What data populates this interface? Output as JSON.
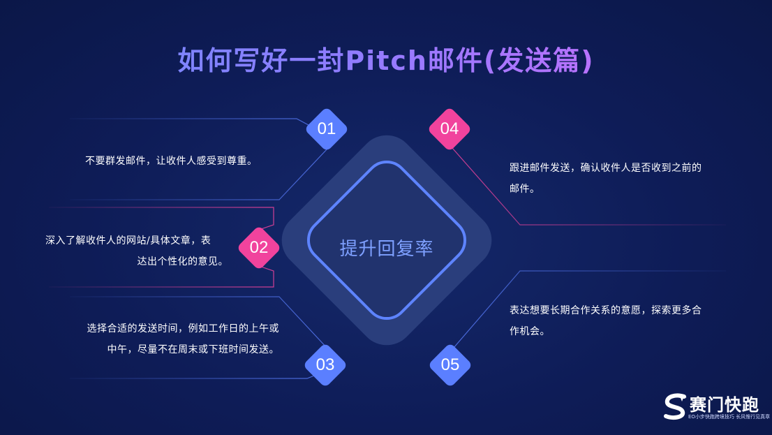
{
  "title": "如何写好一封Pitch邮件(发送篇)",
  "center": {
    "label": "提升回复率"
  },
  "items": [
    {
      "num": "01",
      "text": "不要群发邮件，让收件人感受到尊重。",
      "color": "#5b7fff"
    },
    {
      "num": "02",
      "text_line1": "深入了解收件人的网站/具体文章，表",
      "text_line2": "达出个性化的意见。",
      "color": "#f1439d"
    },
    {
      "num": "03",
      "text_line1": "选择合适的发送时间，例如工作日的上午或",
      "text_line2": "中午，尽量不在周末或下班时间发送。",
      "color": "#5b7fff"
    },
    {
      "num": "04",
      "text_line1": "跟进邮件发送，确认收件人是否收到之前的",
      "text_line2": "邮件。",
      "color": "#f1439d"
    },
    {
      "num": "05",
      "text_line1": "表达想要长期合作关系的意愿，探索更多合",
      "text_line2": "作机会。",
      "color": "#5b7fff"
    }
  ],
  "logo": {
    "name": "赛门快跑",
    "slogan": "EO小步快跑跨境技巧 长风惟行见真章",
    "mark_icon": "s-logo-icon"
  },
  "colors": {
    "background": "#0d1a52",
    "blue": "#5b7fff",
    "pink": "#f1439d",
    "center_border": "#5e84ff"
  }
}
